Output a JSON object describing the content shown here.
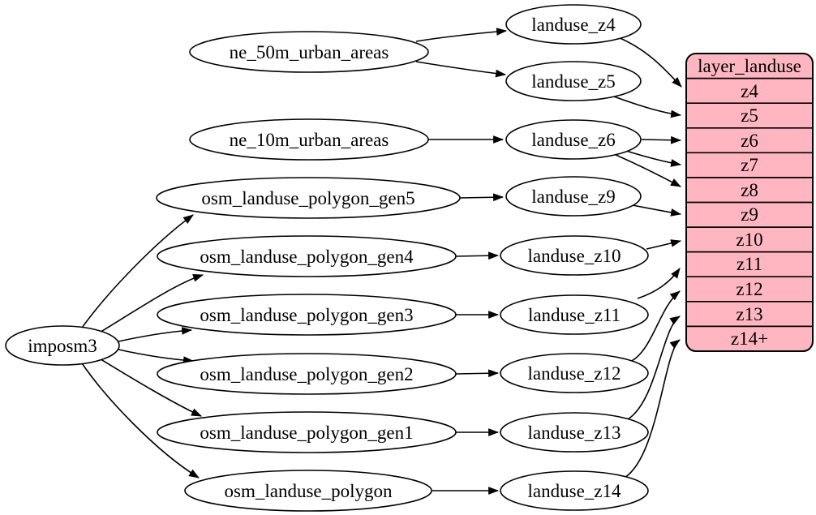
{
  "diagram": {
    "type": "graphviz-digraph",
    "description": "landuse layer generation dependency graph",
    "colors": {
      "background": "#ffffff",
      "node_fill": "#ffffff",
      "node_stroke": "#000000",
      "edge_color": "#000000",
      "table_fill": "#ffb6c1"
    },
    "nodes": {
      "imposm3": {
        "label": "imposm3"
      },
      "ne_50m_urban_areas": {
        "label": "ne_50m_urban_areas"
      },
      "ne_10m_urban_areas": {
        "label": "ne_10m_urban_areas"
      },
      "osm_landuse_polygon_gen5": {
        "label": "osm_landuse_polygon_gen5"
      },
      "osm_landuse_polygon_gen4": {
        "label": "osm_landuse_polygon_gen4"
      },
      "osm_landuse_polygon_gen3": {
        "label": "osm_landuse_polygon_gen3"
      },
      "osm_landuse_polygon_gen2": {
        "label": "osm_landuse_polygon_gen2"
      },
      "osm_landuse_polygon_gen1": {
        "label": "osm_landuse_polygon_gen1"
      },
      "osm_landuse_polygon": {
        "label": "osm_landuse_polygon"
      },
      "landuse_z4": {
        "label": "landuse_z4"
      },
      "landuse_z5": {
        "label": "landuse_z5"
      },
      "landuse_z6": {
        "label": "landuse_z6"
      },
      "landuse_z9": {
        "label": "landuse_z9"
      },
      "landuse_z10": {
        "label": "landuse_z10"
      },
      "landuse_z11": {
        "label": "landuse_z11"
      },
      "landuse_z12": {
        "label": "landuse_z12"
      },
      "landuse_z13": {
        "label": "landuse_z13"
      },
      "landuse_z14": {
        "label": "landuse_z14"
      }
    },
    "table": {
      "title": "layer_landuse",
      "rows": [
        "z4",
        "z5",
        "z6",
        "z7",
        "z8",
        "z9",
        "z10",
        "z11",
        "z12",
        "z13",
        "z14+"
      ],
      "fill": "#ffb6c1"
    },
    "edges": [
      {
        "from": "ne_50m_urban_areas",
        "to": "landuse_z4"
      },
      {
        "from": "ne_50m_urban_areas",
        "to": "landuse_z5"
      },
      {
        "from": "ne_10m_urban_areas",
        "to": "landuse_z6"
      },
      {
        "from": "imposm3",
        "to": "osm_landuse_polygon_gen5"
      },
      {
        "from": "imposm3",
        "to": "osm_landuse_polygon_gen4"
      },
      {
        "from": "imposm3",
        "to": "osm_landuse_polygon_gen3"
      },
      {
        "from": "imposm3",
        "to": "osm_landuse_polygon_gen2"
      },
      {
        "from": "imposm3",
        "to": "osm_landuse_polygon_gen1"
      },
      {
        "from": "imposm3",
        "to": "osm_landuse_polygon"
      },
      {
        "from": "osm_landuse_polygon_gen5",
        "to": "landuse_z9"
      },
      {
        "from": "osm_landuse_polygon_gen4",
        "to": "landuse_z10"
      },
      {
        "from": "osm_landuse_polygon_gen3",
        "to": "landuse_z11"
      },
      {
        "from": "osm_landuse_polygon_gen2",
        "to": "landuse_z12"
      },
      {
        "from": "osm_landuse_polygon_gen1",
        "to": "landuse_z13"
      },
      {
        "from": "osm_landuse_polygon",
        "to": "landuse_z14"
      },
      {
        "from": "landuse_z4",
        "to": "layer_landuse.z4"
      },
      {
        "from": "landuse_z5",
        "to": "layer_landuse.z5"
      },
      {
        "from": "landuse_z6",
        "to": "layer_landuse.z6"
      },
      {
        "from": "landuse_z6",
        "to": "layer_landuse.z7"
      },
      {
        "from": "landuse_z6",
        "to": "layer_landuse.z8"
      },
      {
        "from": "landuse_z9",
        "to": "layer_landuse.z9"
      },
      {
        "from": "landuse_z10",
        "to": "layer_landuse.z10"
      },
      {
        "from": "landuse_z11",
        "to": "layer_landuse.z11"
      },
      {
        "from": "landuse_z12",
        "to": "layer_landuse.z12"
      },
      {
        "from": "landuse_z13",
        "to": "layer_landuse.z13"
      },
      {
        "from": "landuse_z14",
        "to": "layer_landuse.z14+"
      }
    ]
  }
}
